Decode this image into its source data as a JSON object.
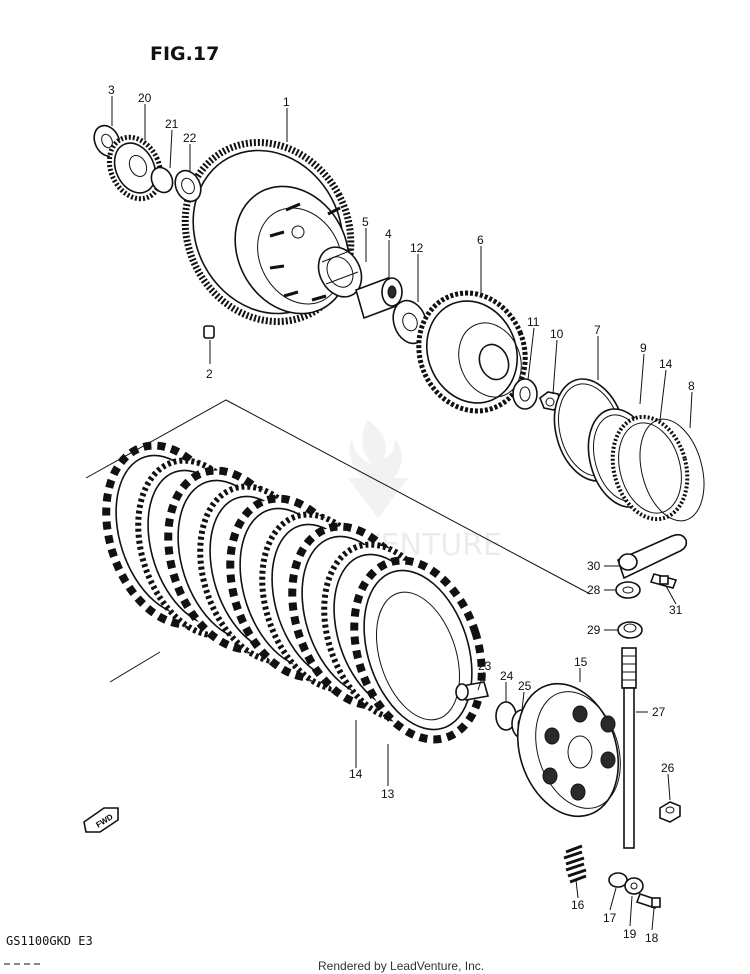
{
  "figure": {
    "title": "FIG.17",
    "model_code": "GS1100GKD E3",
    "fwd_label": "FWD"
  },
  "credit": "Rendered by LeadVenture, Inc.",
  "watermark": "VENTURE",
  "callouts": [
    "1",
    "2",
    "3",
    "4",
    "5",
    "6",
    "7",
    "8",
    "9",
    "10",
    "11",
    "12",
    "13",
    "14",
    "14",
    "15",
    "16",
    "17",
    "18",
    "19",
    "20",
    "21",
    "22",
    "23",
    "24",
    "25",
    "26",
    "27",
    "28",
    "29",
    "30",
    "31"
  ]
}
